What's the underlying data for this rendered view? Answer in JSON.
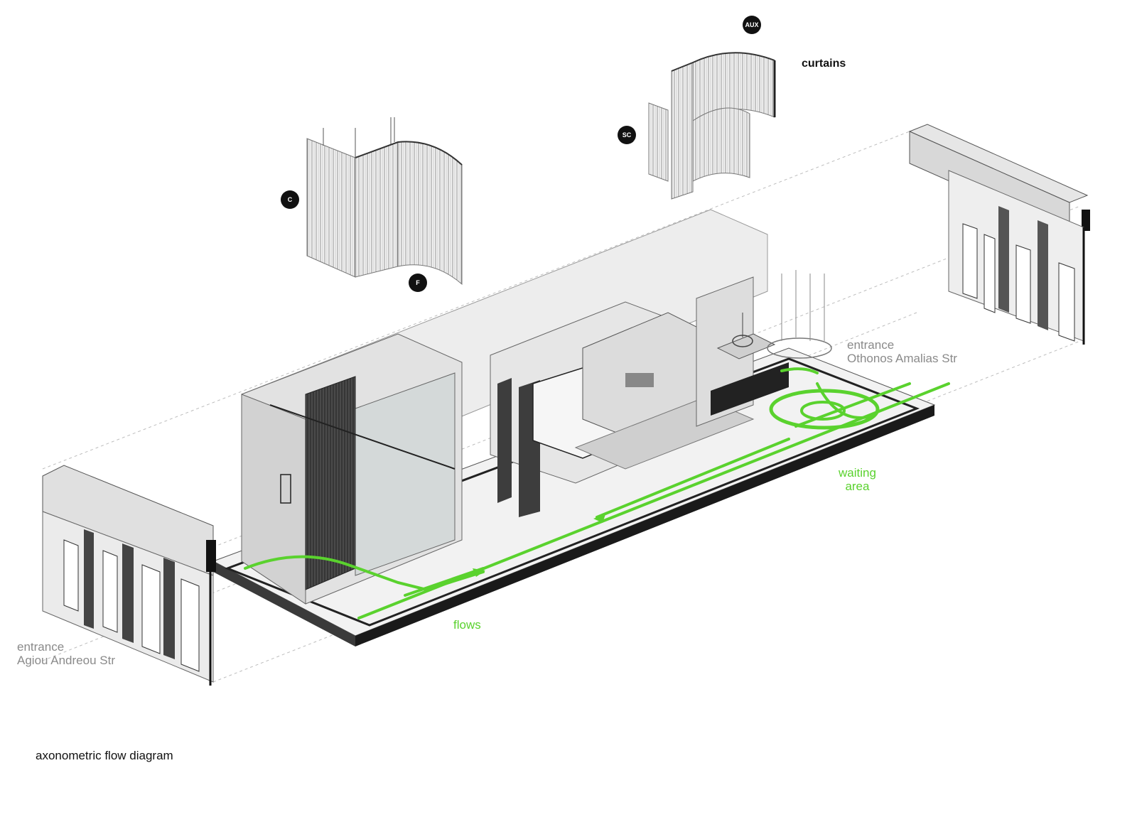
{
  "caption": "axonometric flow diagram",
  "labels": {
    "curtains": "curtains",
    "entrance_left": "entrance\nAgiou Andreou Str",
    "entrance_right": "entrance\nOthonos Amalias Str",
    "waiting_area": "waiting\narea",
    "flows": "flows"
  },
  "badges": {
    "aux": "AUX",
    "sc": "SC",
    "c": "C",
    "f": "F"
  },
  "colors": {
    "flow": "#5ad22e",
    "floor_edge": "#1a1a1a",
    "wall": "#d8d8d8",
    "label_grey": "#8a8a8a"
  }
}
